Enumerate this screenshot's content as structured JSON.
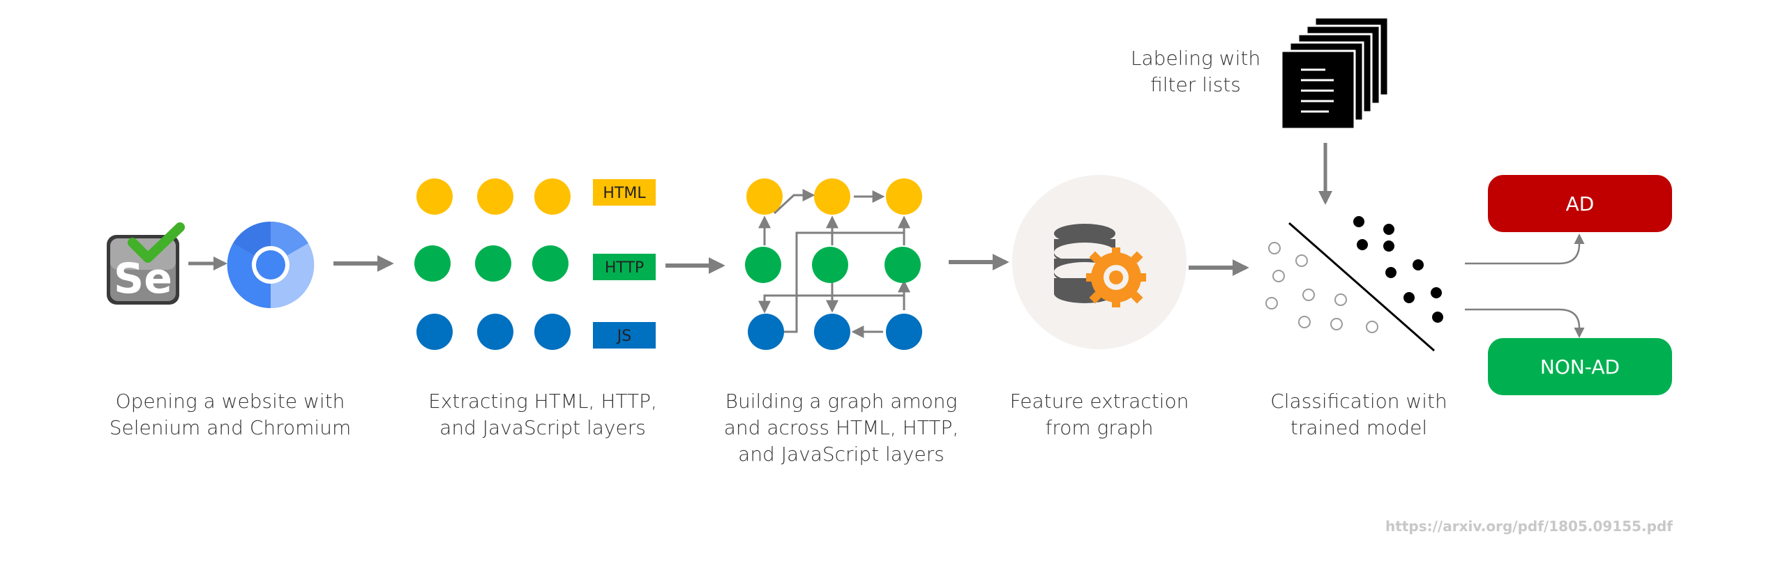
{
  "colors": {
    "html_node": "#FFC000",
    "http_node": "#00B050",
    "js_node": "#0070C0",
    "ad_box": "#C00000",
    "nonad_box": "#00B050",
    "arrow": "#7F7F7F",
    "gear": "#F7931E",
    "database": "#595959"
  },
  "stages": [
    {
      "line1": "Opening a website with",
      "line2": "Selenium and Chromium"
    },
    {
      "line1": "Extracting HTML, HTTP,",
      "line2": "and JavaScript layers"
    },
    {
      "line1": "Building a graph among",
      "line2": "and across HTML, HTTP,",
      "line3": "and JavaScript layers"
    },
    {
      "line1": "Feature extraction",
      "line2": "from graph"
    },
    {
      "line1": "Classification with",
      "line2": "trained model"
    }
  ],
  "layers": {
    "html": "HTML",
    "http": "HTTP",
    "js": "JS"
  },
  "labeling": {
    "line1": "Labeling with",
    "line2": "filter lists"
  },
  "outputs": {
    "ad": "AD",
    "nonad": "NON-AD"
  },
  "icons": {
    "selenium": "selenium-logo-icon",
    "chromium": "chromium-logo-icon",
    "database": "database-gear-icon",
    "documents": "document-stack-icon"
  },
  "watermark": "https://arxiv.org/pdf/1805.09155.pdf"
}
